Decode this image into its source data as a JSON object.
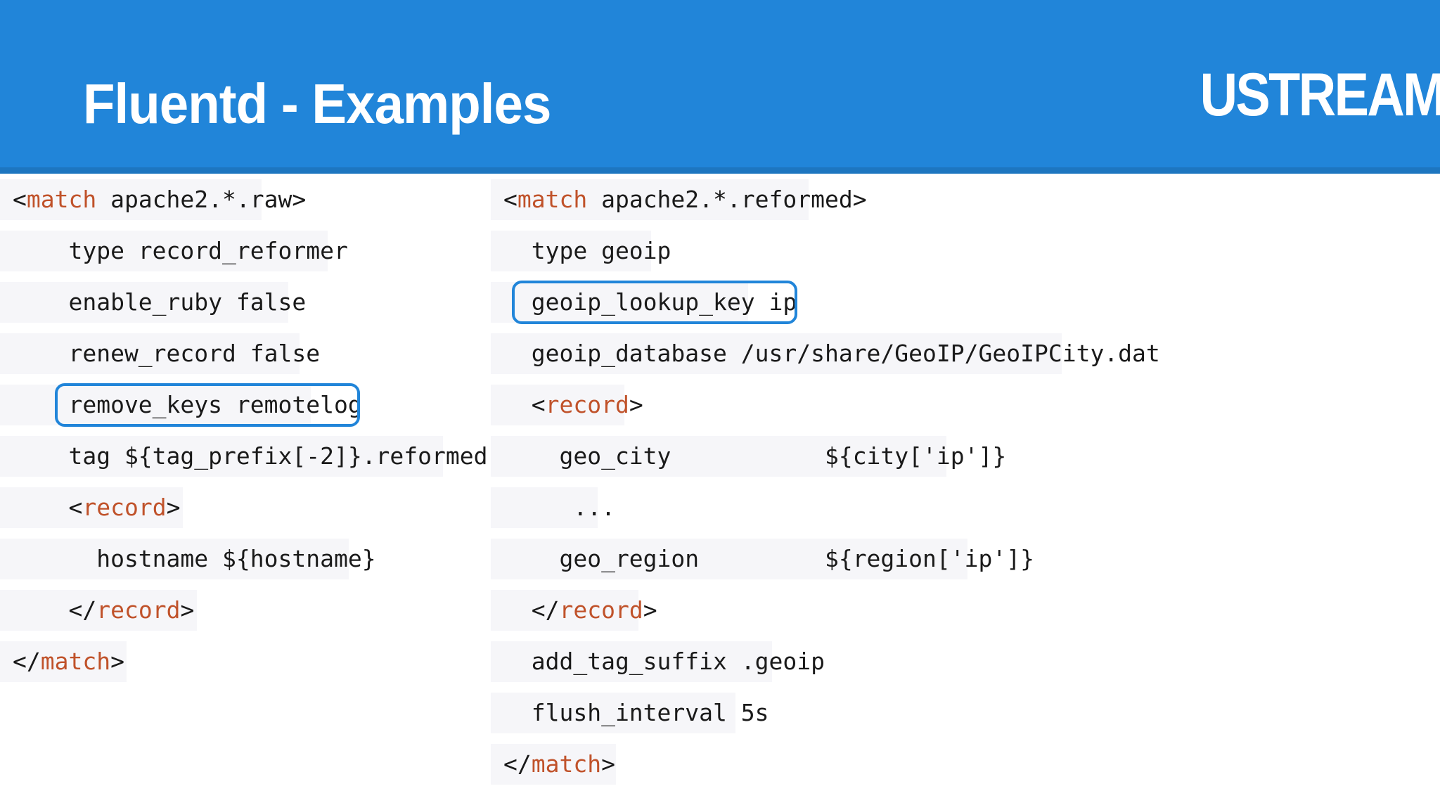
{
  "header": {
    "title": "Fluentd - Examples",
    "brand": "USTREAM",
    "bg_color": "#2185d9",
    "accent_color": "#1d76c0",
    "title_color": "#ffffff"
  },
  "theme": {
    "code_bg": "#f6f6f9",
    "code_fg": "#1a1a1a",
    "tag_color": "#c0522a",
    "highlight_color": "#2185d9"
  },
  "columns": [
    {
      "id": "left-config",
      "name": "record_reformer-config",
      "lines": [
        {
          "indent": 0,
          "bg_w": 372,
          "parts": [
            {
              "t": "<",
              "c": "angle"
            },
            {
              "t": "match",
              "c": "tag"
            },
            {
              "t": " apache2.*.raw",
              "c": "plain"
            },
            {
              "t": ">",
              "c": "angle"
            }
          ]
        },
        {
          "indent": 0,
          "bg_w": 466,
          "parts": [
            {
              "t": "    type record_reformer",
              "c": "plain"
            }
          ]
        },
        {
          "indent": 0,
          "bg_w": 410,
          "parts": [
            {
              "t": "    enable_ruby false",
              "c": "plain"
            }
          ]
        },
        {
          "indent": 0,
          "bg_w": 426,
          "parts": [
            {
              "t": "    renew_record false",
              "c": "plain"
            }
          ]
        },
        {
          "indent": 0,
          "bg_w": 442,
          "highlight": true,
          "parts": [
            {
              "t": "    remove_keys remotelog",
              "c": "plain"
            }
          ]
        },
        {
          "indent": 0,
          "bg_w": 630,
          "parts": [
            {
              "t": "    tag ${tag_prefix[-2]}.reformed",
              "c": "plain"
            }
          ]
        },
        {
          "indent": 0,
          "bg_w": 260,
          "parts": [
            {
              "t": "    ",
              "c": "plain"
            },
            {
              "t": "<",
              "c": "angle"
            },
            {
              "t": "record",
              "c": "tag"
            },
            {
              "t": ">",
              "c": "angle"
            }
          ]
        },
        {
          "indent": 0,
          "bg_w": 496,
          "parts": [
            {
              "t": "      hostname ${hostname}",
              "c": "plain"
            }
          ]
        },
        {
          "indent": 0,
          "bg_w": 280,
          "parts": [
            {
              "t": "    ",
              "c": "plain"
            },
            {
              "t": "</",
              "c": "angle"
            },
            {
              "t": "record",
              "c": "tag"
            },
            {
              "t": ">",
              "c": "angle"
            }
          ]
        },
        {
          "indent": 0,
          "bg_w": 180,
          "parts": [
            {
              "t": "</",
              "c": "angle"
            },
            {
              "t": "match",
              "c": "tag"
            },
            {
              "t": ">",
              "c": "angle"
            }
          ]
        }
      ]
    },
    {
      "id": "right-config",
      "name": "geoip-config",
      "lines": [
        {
          "indent": 0,
          "bg_w": 452,
          "parts": [
            {
              "t": "<",
              "c": "angle"
            },
            {
              "t": "match",
              "c": "tag"
            },
            {
              "t": " apache2.*.reformed",
              "c": "plain"
            },
            {
              "t": ">",
              "c": "angle"
            }
          ]
        },
        {
          "indent": 0,
          "bg_w": 228,
          "parts": [
            {
              "t": "  type geoip",
              "c": "plain"
            }
          ]
        },
        {
          "indent": 0,
          "bg_w": 366,
          "highlight": true,
          "parts": [
            {
              "t": "  geoip_lookup_key ip",
              "c": "plain"
            }
          ]
        },
        {
          "indent": 0,
          "bg_w": 812,
          "parts": [
            {
              "t": "  geoip_database /usr/share/GeoIP/GeoIPCity.dat",
              "c": "plain"
            }
          ]
        },
        {
          "indent": 0,
          "bg_w": 190,
          "parts": [
            {
              "t": "  ",
              "c": "plain"
            },
            {
              "t": "<",
              "c": "angle"
            },
            {
              "t": "record",
              "c": "tag"
            },
            {
              "t": ">",
              "c": "angle"
            }
          ]
        },
        {
          "indent": 0,
          "bg_w": 648,
          "parts": [
            {
              "t": "    geo_city           ${city['ip']}",
              "c": "plain"
            }
          ]
        },
        {
          "indent": 0,
          "bg_w": 152,
          "parts": [
            {
              "t": "     ...",
              "c": "plain"
            }
          ]
        },
        {
          "indent": 0,
          "bg_w": 678,
          "parts": [
            {
              "t": "    geo_region         ${region['ip']}",
              "c": "plain"
            }
          ]
        },
        {
          "indent": 0,
          "bg_w": 210,
          "parts": [
            {
              "t": "  ",
              "c": "plain"
            },
            {
              "t": "</",
              "c": "angle"
            },
            {
              "t": "record",
              "c": "tag"
            },
            {
              "t": ">",
              "c": "angle"
            }
          ]
        },
        {
          "indent": 0,
          "bg_w": 400,
          "parts": [
            {
              "t": "  add_tag_suffix .geoip",
              "c": "plain"
            }
          ]
        },
        {
          "indent": 0,
          "bg_w": 348,
          "parts": [
            {
              "t": "  flush_interval 5s",
              "c": "plain"
            }
          ]
        },
        {
          "indent": 0,
          "bg_w": 178,
          "parts": [
            {
              "t": "</",
              "c": "angle"
            },
            {
              "t": "match",
              "c": "tag"
            },
            {
              "t": ">",
              "c": "angle"
            }
          ]
        }
      ]
    }
  ],
  "highlights": [
    {
      "name": "remove-keys-highlight",
      "column": 0,
      "line_index": 4
    },
    {
      "name": "geoip-lookup-key-highlight",
      "column": 1,
      "line_index": 2
    }
  ]
}
